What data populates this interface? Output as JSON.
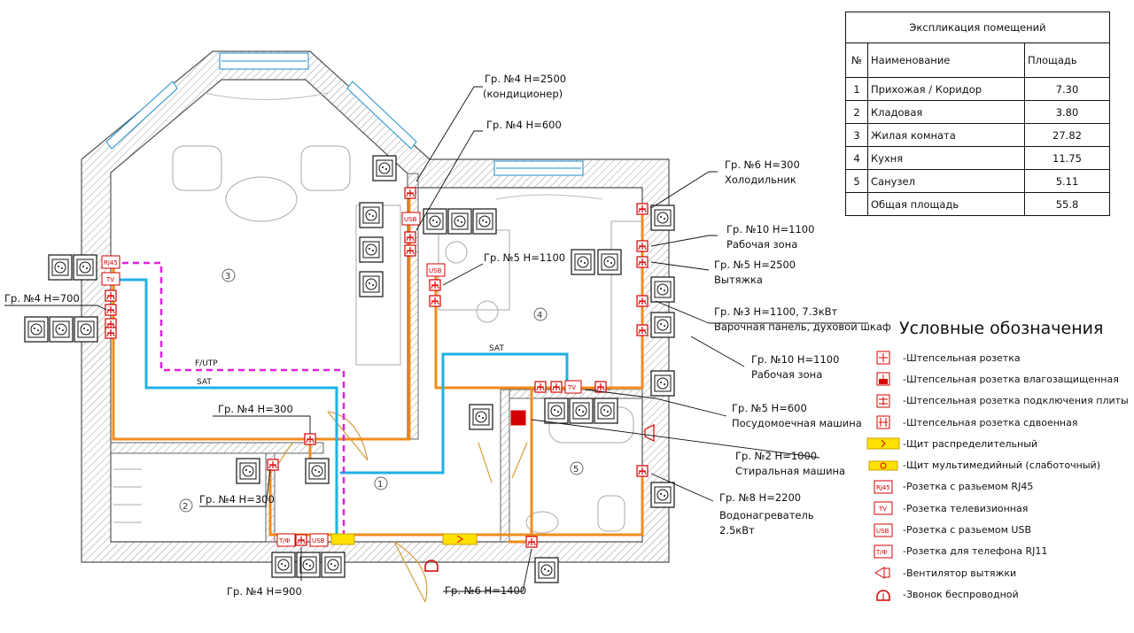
{
  "explication": {
    "title": "Экспликация помещений",
    "headers": [
      "№",
      "Наименование",
      "Площадь"
    ],
    "rows": [
      {
        "no": "1",
        "name": "Прихожая / Коридор",
        "area": "7.30"
      },
      {
        "no": "2",
        "name": "Кладовая",
        "area": "3.80"
      },
      {
        "no": "3",
        "name": "Жилая комната",
        "area": "27.82"
      },
      {
        "no": "4",
        "name": "Кухня",
        "area": "11.75"
      },
      {
        "no": "5",
        "name": "Санузел",
        "area": "5.11"
      },
      {
        "no": "",
        "name": "Общая площадь",
        "area": "55.8"
      }
    ]
  },
  "legend": {
    "title": "Условные обозначения",
    "items": [
      {
        "symbol": "socket",
        "text": "-Штепсельная розетка"
      },
      {
        "symbol": "socket-wet",
        "text": "-Штепсельная розетка влагозащищенная"
      },
      {
        "symbol": "socket-stove",
        "text": "-Штепсельная розетка подключения плиты"
      },
      {
        "symbol": "socket-double",
        "text": "-Штепсельная розетка сдвоенная"
      },
      {
        "symbol": "panel",
        "text": "-Щит распределительный"
      },
      {
        "symbol": "media-panel",
        "text": "-Щит мультимедийный (слаботочный)"
      },
      {
        "symbol": "rj45",
        "text": "-Розетка с разьемом RJ45"
      },
      {
        "symbol": "tv",
        "text": "-Розетка телевизионная"
      },
      {
        "symbol": "usb",
        "text": "-Розетка с разьемом USB"
      },
      {
        "symbol": "phone",
        "text": "-Розетка для телефона RJ11"
      },
      {
        "symbol": "fan",
        "text": "-Вентилятор вытяжки"
      },
      {
        "symbol": "bell",
        "text": "-Звонок беспроводной"
      }
    ],
    "codes": {
      "rj45": "RJ45",
      "tv": "TV",
      "usb": "USB",
      "phone": "Т/Ф"
    }
  },
  "annotations": {
    "a1": "Гр. №4 Н=2500",
    "a1b": "(кондиционер)",
    "a2": "Гр. №4 Н=600",
    "a3": "Гр. №6 Н=300",
    "a3b": "Холодильник",
    "a4": "Гр. №10 Н=1100",
    "a4b": "Рабочая зона",
    "a5": "Гр. №5 Н=2500",
    "a5b": "Вытяжка",
    "a6": "Гр. №3 Н=1100, 7.3кВт",
    "a6b": "Варочная панель, духовой шкаф",
    "a7": "Гр. №10 Н=1100",
    "a7b": "Рабочая зона",
    "a8": "Гр. №5 Н=600",
    "a8b": "Посудомоечная машина",
    "a9": "Гр. №2 Н=1000",
    "a9b": "Стиральная машина",
    "a10": "Гр. №8 Н=2200",
    "a10b": "Водонагреватель",
    "a10c": "2.5кВт",
    "a11": "Гр. №5 Н=1100",
    "a12": "Гр. №4 Н=700",
    "a13": "Гр. №4 Н=300",
    "a14": "Гр. №4 Н=300",
    "a15": "Гр. №4 Н=900",
    "a16": "Гр. №6 Н=1400"
  },
  "cables": {
    "futp": "F/UTP",
    "sat1": "SAT",
    "sat2": "SAT"
  },
  "rooms": {
    "r1": "1",
    "r2": "2",
    "r3": "3",
    "r4": "4",
    "r5": "5"
  },
  "colors": {
    "power": "#f08c1e",
    "sat": "#1fb1e6",
    "futp": "#e020e0",
    "socket": "#d40000",
    "wall": "#888888",
    "panel": "#ffe100"
  }
}
